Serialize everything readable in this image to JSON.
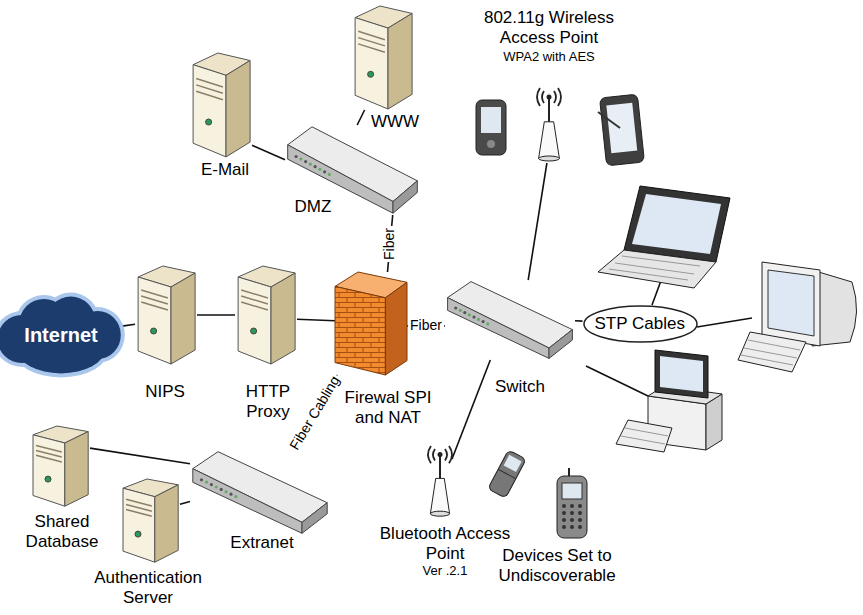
{
  "diagram": {
    "nodes": [
      {
        "text": [
          "WWW"
        ]
      },
      {
        "text": [
          "E-Mail"
        ]
      },
      {
        "text": [
          "DMZ"
        ]
      },
      {
        "text": [
          "802.11g Wireless Access Point",
          "WPA2 with AES"
        ]
      },
      {
        "text": [
          "Internet"
        ]
      },
      {
        "text": [
          "NIPS"
        ]
      },
      {
        "text": [
          "HTTP Proxy"
        ]
      },
      {
        "text": [
          "Firewal SPI and NAT"
        ]
      },
      {
        "text": [
          "Switch"
        ]
      },
      {
        "text": [
          "STP Cables"
        ]
      },
      {
        "text": [
          "Extranet"
        ]
      },
      {
        "text": [
          "Shared Database"
        ]
      },
      {
        "text": [
          "Authentication Server"
        ]
      },
      {
        "text": [
          "Bluetooth Access Point",
          "Ver .2.1"
        ]
      },
      {
        "text": [
          "Devices Set to Undiscoverable"
        ]
      }
    ],
    "edges": [
      {
        "from": 0,
        "to": 2,
        "arrow": "none"
      },
      {
        "from": 1,
        "to": 2,
        "arrow": "none"
      },
      {
        "from": 2,
        "to": 7,
        "label": "Fiber",
        "arrow": "none"
      },
      {
        "from": 4,
        "to": 5,
        "arrow": "none"
      },
      {
        "from": 5,
        "to": 6,
        "arrow": "none"
      },
      {
        "from": 6,
        "to": 7,
        "arrow": "none"
      },
      {
        "from": 7,
        "to": 8,
        "label": "Fiber",
        "arrow": "none"
      },
      {
        "from": 7,
        "to": 10,
        "label": "Fiber Cabling",
        "arrow": "none"
      },
      {
        "from": 10,
        "to": 11,
        "arrow": "none"
      },
      {
        "from": 10,
        "to": 12,
        "arrow": "none"
      },
      {
        "from": 8,
        "to": 3,
        "arrow": "none"
      },
      {
        "from": 8,
        "to": 13,
        "arrow": "none"
      },
      {
        "from": 8,
        "to": 9,
        "arrow": "none"
      }
    ]
  }
}
